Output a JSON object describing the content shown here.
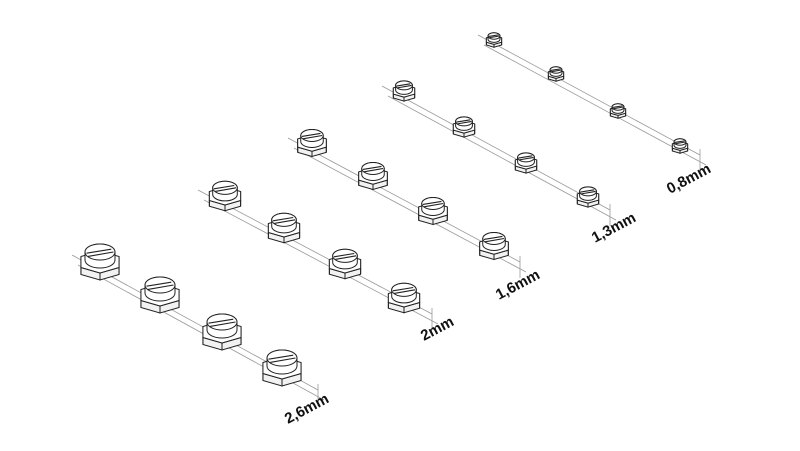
{
  "figure": {
    "description_free": true,
    "rows": [
      {
        "label": "2,6mm",
        "count": 4
      },
      {
        "label": "2mm",
        "count": 4
      },
      {
        "label": "1,6mm",
        "count": 4
      },
      {
        "label": "1,3mm",
        "count": 4
      },
      {
        "label": "0,8mm",
        "count": 4
      }
    ],
    "colors": {
      "stroke": "#222222",
      "rail": "#9a9a9a",
      "background": "#ffffff"
    }
  }
}
